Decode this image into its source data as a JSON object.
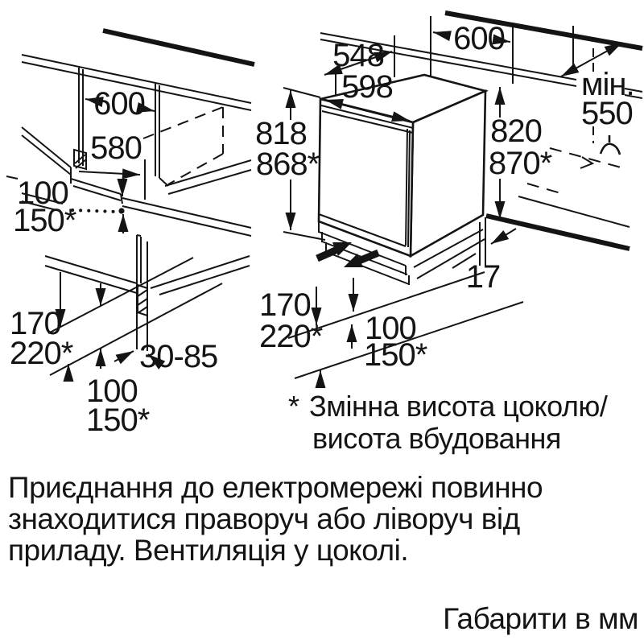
{
  "figure": {
    "left_diagram": {
      "niche_width": "600",
      "niche_inner_width": "580",
      "bottom_gap_min": "100",
      "bottom_gap_max": "150*"
    },
    "main_diagram": {
      "counter_width": "600",
      "appliance_depth": "548",
      "appliance_width": "598",
      "appliance_height_min": "818",
      "appliance_height_max": "868*",
      "niche_height_min": "820",
      "niche_height_max": "870*",
      "min_label": "мін.",
      "min_depth": "550",
      "rear_offset": "17",
      "plinth_height_min": "170",
      "plinth_height_max": "220*",
      "floor_gap_min": "100",
      "floor_gap_max": "150*"
    },
    "plinth_detail": {
      "plinth_height_min": "170",
      "plinth_height_max": "220*",
      "plinth_depth_range": "30-85",
      "floor_gap_min": "100",
      "floor_gap_max": "150*"
    },
    "footnote": {
      "star": "*",
      "line1": "Змінна висота цоколю/",
      "line2": "висота вбудовання"
    }
  },
  "paragraph": {
    "line1": "Приєднання до електромережі повинно",
    "line2": "знаходитися праворуч або ліворуч від",
    "line3": "приладу. Вентиляція у цоколі."
  },
  "footer": {
    "units_note": "Габарити в мм"
  },
  "colors": {
    "line": "#141414",
    "background": "#ffffff"
  }
}
